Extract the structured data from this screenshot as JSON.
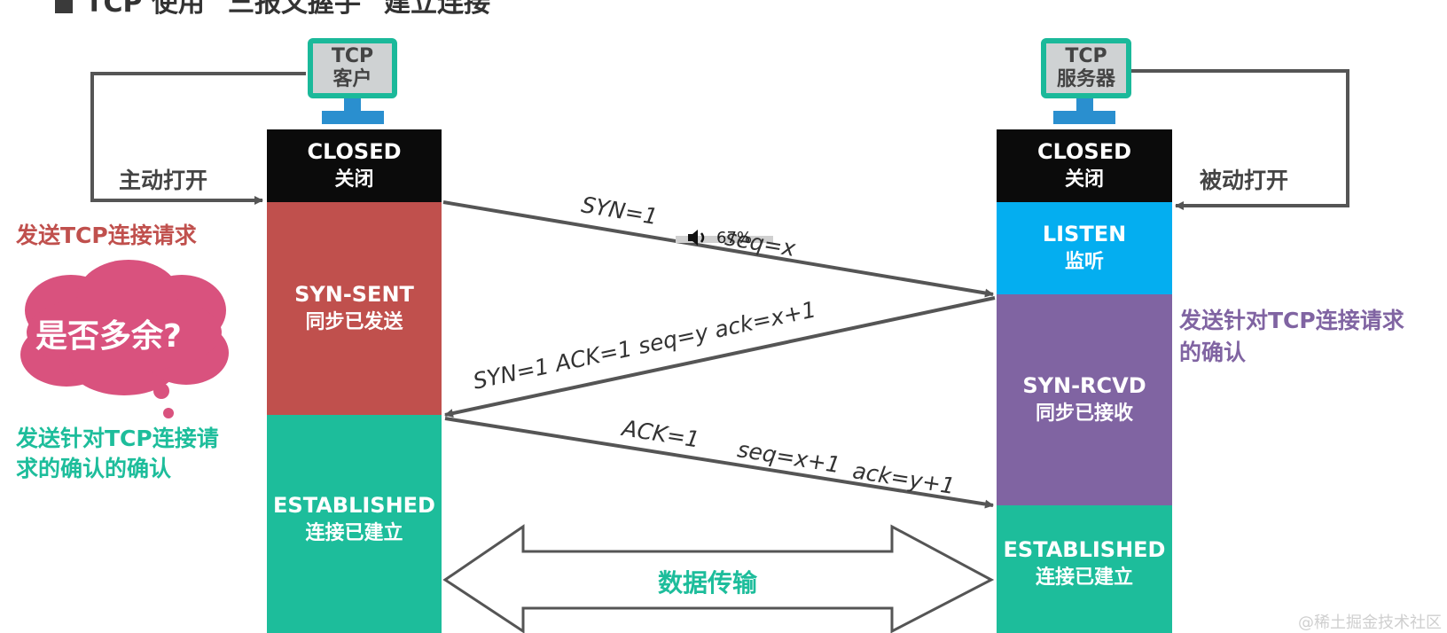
{
  "title": "TCP 使用 \"三报文握手\" 建立连接",
  "client": {
    "monitor_line1": "TCP",
    "monitor_line2": "客户",
    "closed_en": "CLOSED",
    "closed_zh": "关闭",
    "syn_sent_en": "SYN-SENT",
    "syn_sent_zh": "同步已发送",
    "established_en": "ESTABLISHED",
    "established_zh": "连接已建立",
    "open_label": "主动打开"
  },
  "server": {
    "monitor_line1": "TCP",
    "monitor_line2": "服务器",
    "closed_en": "CLOSED",
    "closed_zh": "关闭",
    "listen_en": "LISTEN",
    "listen_zh": "监听",
    "syn_rcvd_en": "SYN-RCVD",
    "syn_rcvd_zh": "同步已接收",
    "established_en": "ESTABLISHED",
    "established_zh": "连接已建立",
    "open_label": "被动打开"
  },
  "annotations": {
    "client_send": "发送TCP连接请求",
    "client_ack_line1": "发送针对TCP连接请",
    "client_ack_line2": "求的确认的确认",
    "server_ack_line1": "发送针对TCP连接请求",
    "server_ack_line2": "的确认",
    "cloud": "是否多余?"
  },
  "messages": {
    "m1_syn": "SYN=1",
    "m1_seq": "seq=x",
    "m2": "SYN=1    ACK=1    seq=y     ack=x+1",
    "m3_ack": "ACK=1",
    "m3_seq": "seq=x+1",
    "m3_ackno": "ack=y+1"
  },
  "data_transfer": "数据传输",
  "volume": {
    "icon": "speaker-icon",
    "level": "67%"
  },
  "watermark": "@稀土掘金技术社区",
  "colors": {
    "black": "#0b0b0b",
    "red": "#c0504d",
    "teal": "#1dbd9b",
    "blue": "#04aef0",
    "purple": "#8064a2",
    "monitor_border": "#1bb99a",
    "monitor_neck": "#2a8fcf"
  }
}
